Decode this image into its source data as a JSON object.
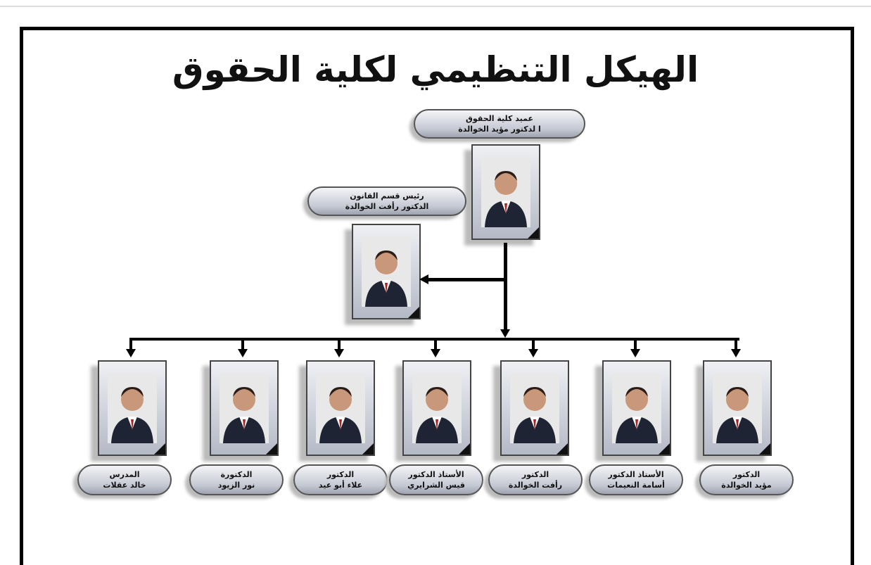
{
  "title": "الهيكل التنظيمي لكلية الحقوق",
  "dean": {
    "role": "عميد كلية الحقوق",
    "name": "ا لدكتور مؤيد الخوالدة"
  },
  "head": {
    "role": "رئيس قسم القانون",
    "name": "الدكتور رأفت الخوالدة"
  },
  "staff": [
    {
      "role": "المدرس",
      "name": "خالد عقلات"
    },
    {
      "role": "الدكتورة",
      "name": "نور الزيود"
    },
    {
      "role": "الدكتور",
      "name": "علاء أبو عيد"
    },
    {
      "role": "الأستاذ الدكتور",
      "name": "قيس الشرايري"
    },
    {
      "role": "الدكتور",
      "name": "رأفت الخوالدة"
    },
    {
      "role": "الأستاذ الدكتور",
      "name": "أسامة النعيمات"
    },
    {
      "role": "الدكتور",
      "name": "مؤيد الخوالدة"
    }
  ]
}
